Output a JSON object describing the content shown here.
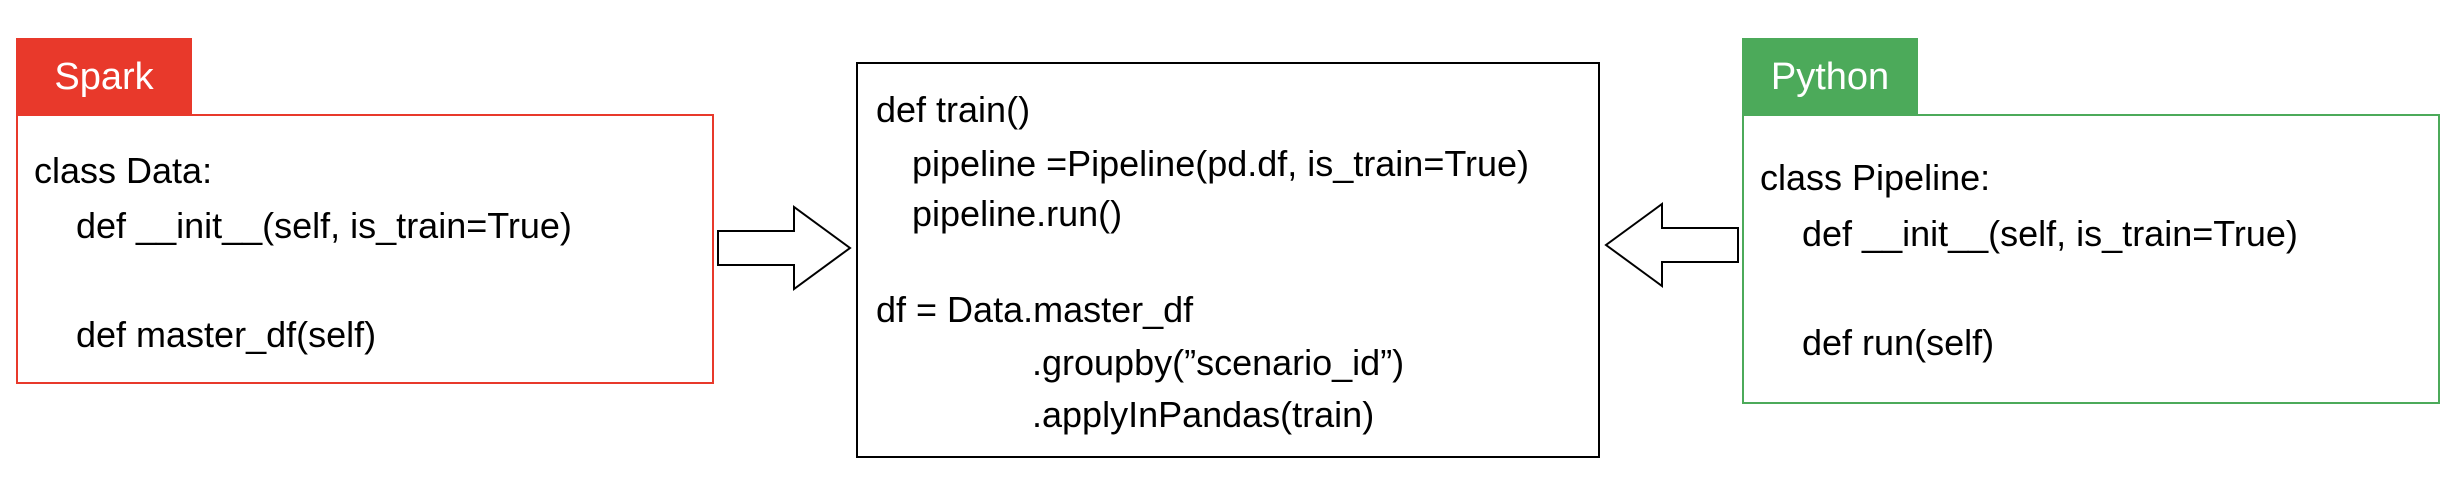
{
  "colors": {
    "spark": "#e8392b",
    "python": "#4caa5a",
    "center_border": "#000000"
  },
  "spark": {
    "tab_label": "Spark",
    "lines": [
      "class Data:",
      "def __init__(self, is_train=True)",
      "def master_df(self)"
    ]
  },
  "center": {
    "lines": [
      "def train()",
      "pipeline =Pipeline(pd.df, is_train=True)",
      "pipeline.run()",
      "df = Data.master_df",
      ".groupby(”scenario_id”)",
      ".applyInPandas(train)"
    ]
  },
  "python": {
    "tab_label": "Python",
    "lines": [
      "class Pipeline:",
      "def __init__(self, is_train=True)",
      "def run(self)"
    ]
  }
}
